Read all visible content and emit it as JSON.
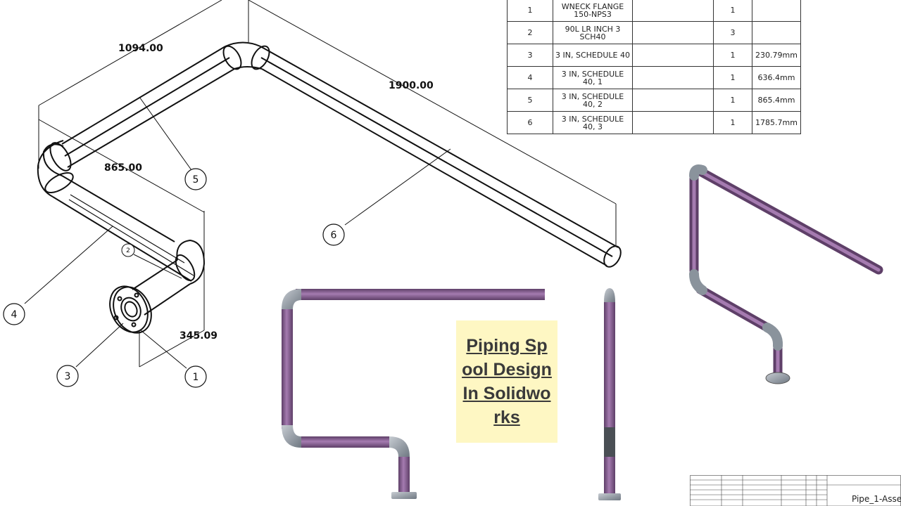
{
  "dimensions": {
    "d1": "1094.00",
    "d2": "1900.00",
    "d3": "865.00",
    "d4": "345.09"
  },
  "balloons": {
    "b1": "1",
    "b2": "2",
    "b3": "3",
    "b4": "4",
    "b5": "5",
    "b6": "6"
  },
  "bom": {
    "rows": [
      {
        "item": "1",
        "description": "WNECK FLANGE 150-NPS3",
        "qty": "1",
        "length": ""
      },
      {
        "item": "2",
        "description": "90L LR INCH 3 SCH40",
        "qty": "3",
        "length": ""
      },
      {
        "item": "3",
        "description": "3 IN, SCHEDULE 40",
        "qty": "1",
        "length": "230.79mm"
      },
      {
        "item": "4",
        "description": "3 IN, SCHEDULE 40, 1",
        "qty": "1",
        "length": "636.4mm"
      },
      {
        "item": "5",
        "description": "3 IN, SCHEDULE 40, 2",
        "qty": "1",
        "length": "865.4mm"
      },
      {
        "item": "6",
        "description": "3 IN, SCHEDULE 40, 3",
        "qty": "1",
        "length": "1785.7mm"
      }
    ]
  },
  "title_note": "Piping Spool Design In Solidworks",
  "title_block": {
    "drawing_name": "Pipe_1-Asse"
  },
  "colors": {
    "pipe": "#8a5f92",
    "fitting": "#9aa3ad",
    "note_bg": "#fef7c3"
  }
}
